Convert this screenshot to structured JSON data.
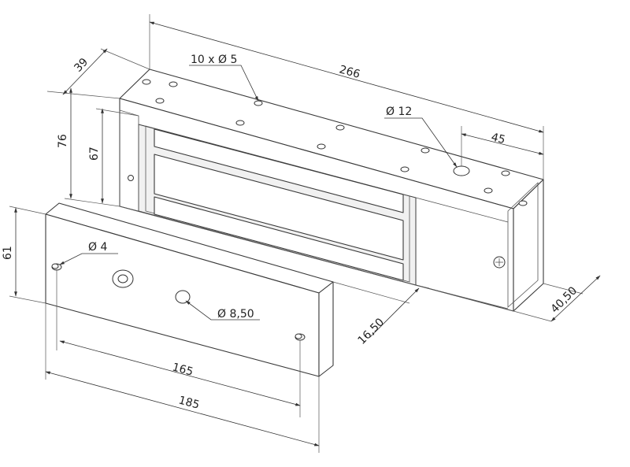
{
  "dimensions": {
    "length_total": "266",
    "depth_top": "39",
    "height_magnet": "76",
    "height_inner": "67",
    "plate_height": "61",
    "plate_inner_spacing": "165",
    "plate_length": "185",
    "magnet_width": "40,50",
    "plate_thickness": "16,50",
    "hole_offset": "45",
    "holes_top": "10 x Ø 5",
    "big_hole": "Ø 12",
    "pin_hole": "Ø 4",
    "center_hole": "Ø 8,50"
  },
  "colors": {
    "line": "#3a3a3a",
    "shade": "#f1f1f1"
  }
}
